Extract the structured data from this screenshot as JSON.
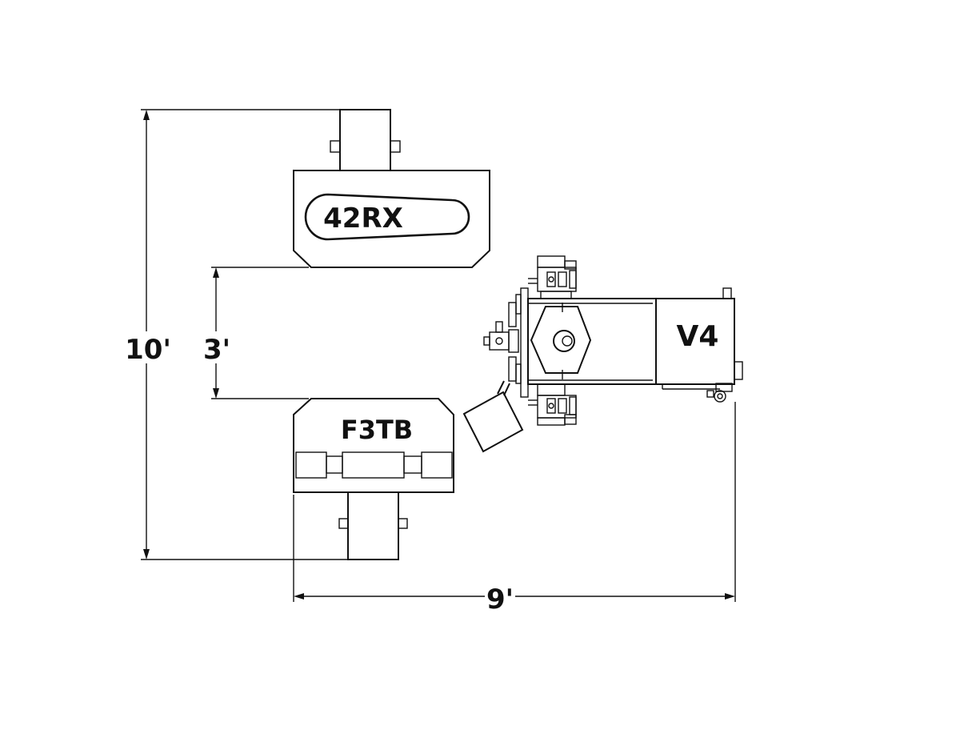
{
  "dimensions": {
    "overall_height": "10'",
    "gap": "3'",
    "overall_width": "9'"
  },
  "machines": {
    "top": "42RX",
    "bottom": "F3TB",
    "right": "V4"
  },
  "colors": {
    "line": "#111111",
    "background": "#ffffff"
  }
}
